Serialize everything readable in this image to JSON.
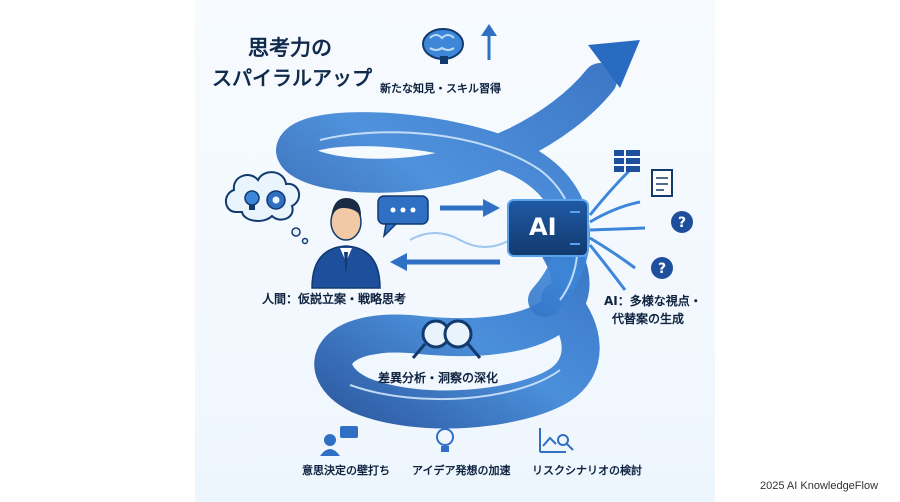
{
  "title_line1": "思考力の",
  "title_line2": "スパイラルアップ",
  "label_new_knowledge": "新たな知見・スキル習得",
  "label_human": "人間：仮説立案・戦略思考",
  "label_ai_line1": "AI：多様な視点・",
  "label_ai_line2": "代替案の生成",
  "label_analysis": "差異分析・洞察の深化",
  "ai_chip_text": "AI",
  "bottom_items": [
    {
      "label": "意思決定の壁打ち",
      "icon": "person-chat-icon"
    },
    {
      "label": "アイデア発想の加速",
      "icon": "lightbulb-icon"
    },
    {
      "label": "リスクシナリオの検討",
      "icon": "chart-magnifier-icon"
    }
  ],
  "credit": "2025 AI KnowledgeFlow",
  "colors": {
    "primary": "#2f6fc4",
    "dark": "#123a6e",
    "light": "#bfdcf5"
  }
}
